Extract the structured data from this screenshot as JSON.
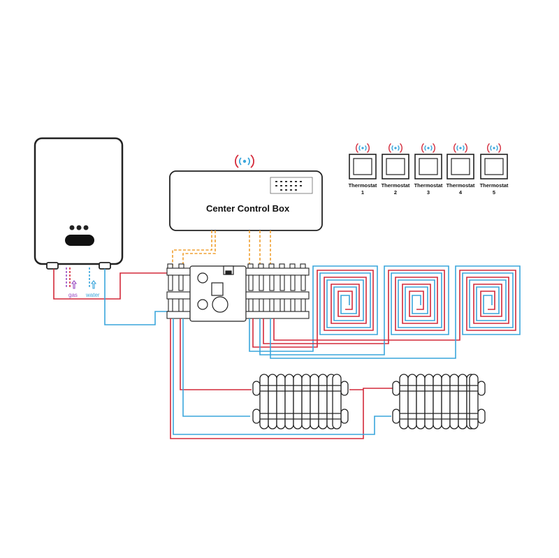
{
  "colors": {
    "hot": "#d42a3a",
    "cold": "#3aa6dc",
    "gas": "#9b4fc4",
    "signal": "#f0a030",
    "outline": "#222222",
    "wifi_outer": "#d42a3a",
    "wifi_inner": "#3aa6dc"
  },
  "boiler": {
    "ports": {
      "gas": "gas",
      "water": "water"
    }
  },
  "control_box": {
    "title": "Center Control Box",
    "icon": "wifi-signal-icon"
  },
  "thermostats": [
    {
      "line1": "Thermostat",
      "line2": "1",
      "icon": "wifi-signal-icon"
    },
    {
      "line1": "Thermostat",
      "line2": "2",
      "icon": "wifi-signal-icon"
    },
    {
      "line1": "Thermostat",
      "line2": "3",
      "icon": "wifi-signal-icon"
    },
    {
      "line1": "Thermostat",
      "line2": "4",
      "icon": "wifi-signal-icon"
    },
    {
      "line1": "Thermostat",
      "line2": "5",
      "icon": "wifi-signal-icon"
    }
  ],
  "floor_loops": 3,
  "radiators": 2
}
